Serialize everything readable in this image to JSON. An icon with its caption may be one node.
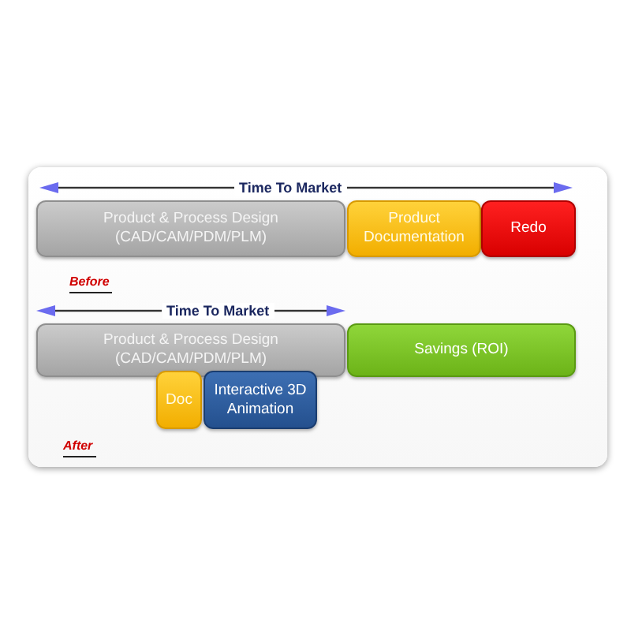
{
  "diagram": {
    "nodes": [
      {
        "text": [
          "Product & Process Design (CAD/CAM/PDM/PLM)"
        ]
      },
      {
        "text": [
          "Product Documentation"
        ]
      },
      {
        "text": [
          "Redo"
        ]
      },
      {
        "text": [
          "Product & Process Design (CAD/CAM/PDM/PLM)"
        ]
      },
      {
        "text": [
          "Savings (ROI)"
        ]
      },
      {
        "text": [
          "Doc"
        ]
      },
      {
        "text": [
          "Interactive 3D Animation"
        ]
      }
    ],
    "labels": [
      "Time To Market",
      "Before",
      "Time To Market",
      "After"
    ]
  }
}
